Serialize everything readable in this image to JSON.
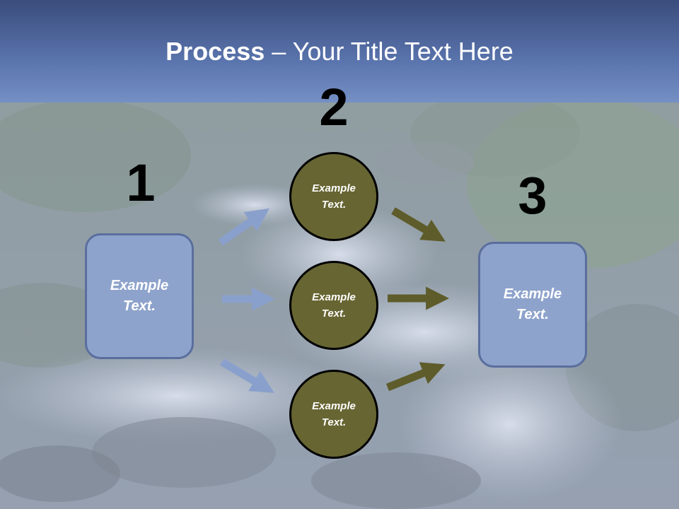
{
  "title": {
    "bold": "Process",
    "rest": " – Your Title Text Here"
  },
  "numbers": [
    "1",
    "2",
    "3"
  ],
  "left_box": {
    "line1": "Example",
    "line2": "Text."
  },
  "right_box": {
    "line1": "Example",
    "line2": "Text."
  },
  "circles": [
    {
      "line1": "Example",
      "line2": "Text."
    },
    {
      "line1": "Example",
      "line2": "Text."
    },
    {
      "line1": "Example",
      "line2": "Text."
    }
  ],
  "colors": {
    "title_bar": "#5a74ad",
    "box_fill": "#8ea3cc",
    "circle_fill": "#676532",
    "blue_arrow": "#8aa0cc",
    "olive_arrow": "#5e5c2a"
  }
}
